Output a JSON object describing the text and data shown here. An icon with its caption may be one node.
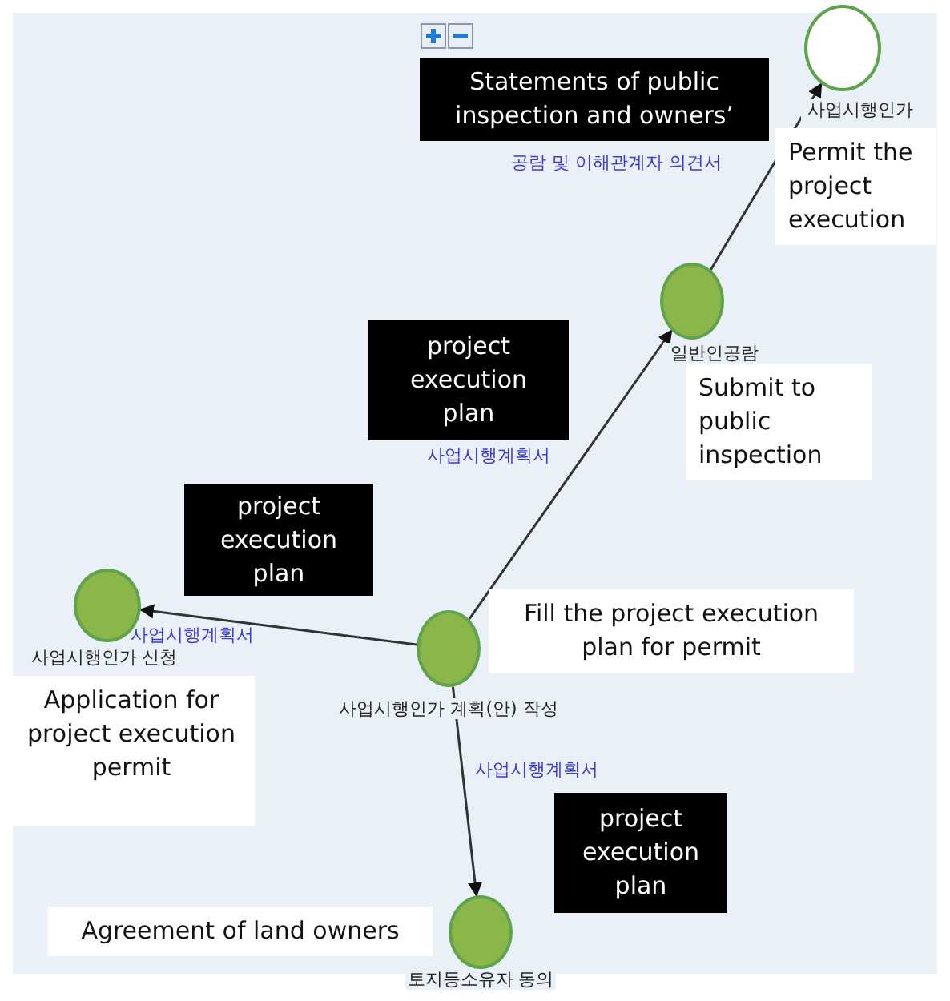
{
  "diagram": {
    "nodes": [
      {
        "text": [
          "사업시행인가"
        ],
        "beside": [
          "Permit the project execution"
        ]
      },
      {
        "text": [
          "일반인공람"
        ],
        "beside": [
          "Submit to public inspection"
        ]
      },
      {
        "text": [
          "사업시행인가 신청"
        ],
        "beside": [
          "Application for project execution permit"
        ]
      },
      {
        "text": [
          "사업시행인가 계획(안) 작성"
        ],
        "beside": [
          "Fill the project execution plan for permit"
        ]
      },
      {
        "text": [
          "토지등소유자 동의"
        ],
        "beside": [
          "Agreement of land owners"
        ]
      }
    ],
    "edges": [
      {
        "from": 1,
        "to": 0,
        "arrow": "to",
        "label": "공람 및 이해관계자 의견서"
      },
      {
        "from": 3,
        "to": 1,
        "arrow": "to",
        "label": "사업시행계획서"
      },
      {
        "from": 3,
        "to": 2,
        "arrow": "to",
        "label": "사업시행계획서"
      },
      {
        "from": 3,
        "to": 4,
        "arrow": "to",
        "label": "사업시행계획서"
      }
    ],
    "labels": [
      "Statements of public inspection and owners’",
      "project execution plan",
      "project execution plan",
      "project execution plan"
    ]
  }
}
